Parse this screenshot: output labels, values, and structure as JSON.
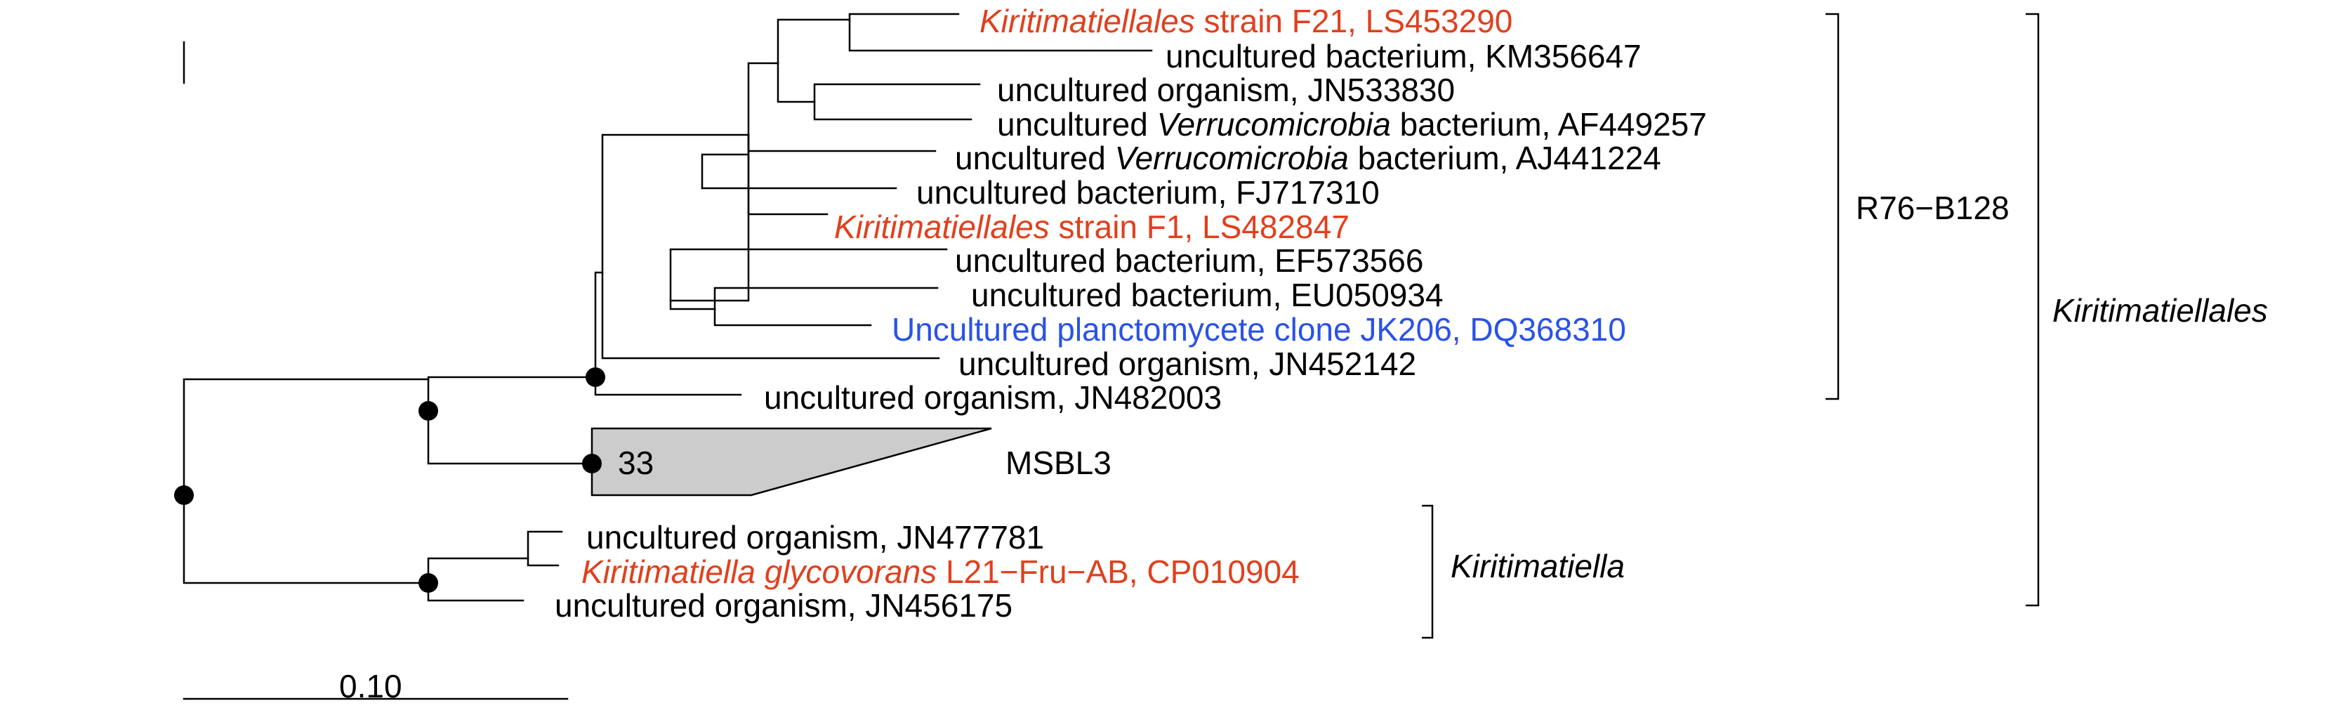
{
  "colors": {
    "text": "#000000",
    "highlight_strain": "#e0401e",
    "highlight_clone": "#2a52e8",
    "collapsed_fill": "#cccccc"
  },
  "leaves": [
    {
      "id": "f21",
      "parts": [
        {
          "text": "Kiritimatiellales",
          "italic": true
        },
        {
          "text": " strain F21, LS453290",
          "italic": false
        }
      ],
      "color": "highlight_strain"
    },
    {
      "id": "km356647",
      "parts": [
        {
          "text": "uncultured bacterium, KM356647",
          "italic": false
        }
      ],
      "color": "text"
    },
    {
      "id": "jn533830",
      "parts": [
        {
          "text": "uncultured organism, JN533830",
          "italic": false
        }
      ],
      "color": "text"
    },
    {
      "id": "af449257",
      "parts": [
        {
          "text": "uncultured ",
          "italic": false
        },
        {
          "text": "Verrucomicrobia",
          "italic": true
        },
        {
          "text": " bacterium, AF449257",
          "italic": false
        }
      ],
      "color": "text"
    },
    {
      "id": "aj441224",
      "parts": [
        {
          "text": "uncultured ",
          "italic": false
        },
        {
          "text": "Verrucomicrobia",
          "italic": true
        },
        {
          "text": " bacterium, AJ441224",
          "italic": false
        }
      ],
      "color": "text"
    },
    {
      "id": "fj717310",
      "parts": [
        {
          "text": "uncultured bacterium, FJ717310",
          "italic": false
        }
      ],
      "color": "text"
    },
    {
      "id": "f1",
      "parts": [
        {
          "text": "Kiritimatiellales",
          "italic": true
        },
        {
          "text": " strain F1, LS482847",
          "italic": false
        }
      ],
      "color": "highlight_strain"
    },
    {
      "id": "ef573566",
      "parts": [
        {
          "text": "uncultured bacterium, EF573566",
          "italic": false
        }
      ],
      "color": "text"
    },
    {
      "id": "eu050934",
      "parts": [
        {
          "text": "uncultured bacterium, EU050934",
          "italic": false
        }
      ],
      "color": "text"
    },
    {
      "id": "jk206",
      "parts": [
        {
          "text": "Uncultured planctomycete clone JK206, DQ368310",
          "italic": false
        }
      ],
      "color": "highlight_clone"
    },
    {
      "id": "jn452142",
      "parts": [
        {
          "text": "uncultured organism, JN452142",
          "italic": false
        }
      ],
      "color": "text"
    },
    {
      "id": "jn482003",
      "parts": [
        {
          "text": "uncultured organism, JN482003",
          "italic": false
        }
      ],
      "color": "text"
    },
    {
      "id": "jn477781",
      "parts": [
        {
          "text": "uncultured organism, JN477781",
          "italic": false
        }
      ],
      "color": "text"
    },
    {
      "id": "cp010904",
      "parts": [
        {
          "text": "Kiritimatiella glycovorans",
          "italic": true
        },
        {
          "text": " L21−Fru−AB, CP010904",
          "italic": false
        }
      ],
      "color": "highlight_strain"
    },
    {
      "id": "jn456175",
      "parts": [
        {
          "text": "uncultured organism, JN456175",
          "italic": false
        }
      ],
      "color": "text"
    }
  ],
  "collapsed_clade": {
    "count": "33",
    "name": "MSBL3"
  },
  "clade_brackets": [
    {
      "id": "r76",
      "label": "R76−B128",
      "italic": false
    },
    {
      "id": "kiritimatiellales",
      "label": "Kiritimatiellales",
      "italic": true
    },
    {
      "id": "kiritimatiella",
      "label": "Kiritimatiella",
      "italic": true
    }
  ],
  "scale_bar": {
    "label": "0.10",
    "value": 0.1
  }
}
